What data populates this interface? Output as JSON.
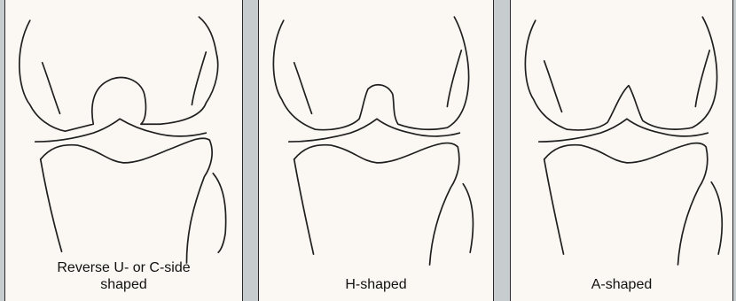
{
  "panels": [
    {
      "caption_lines": [
        "Reverse U- or C-side",
        "shaped"
      ]
    },
    {
      "caption_lines": [
        "H-shaped"
      ]
    },
    {
      "caption_lines": [
        "A-shaped"
      ]
    }
  ]
}
